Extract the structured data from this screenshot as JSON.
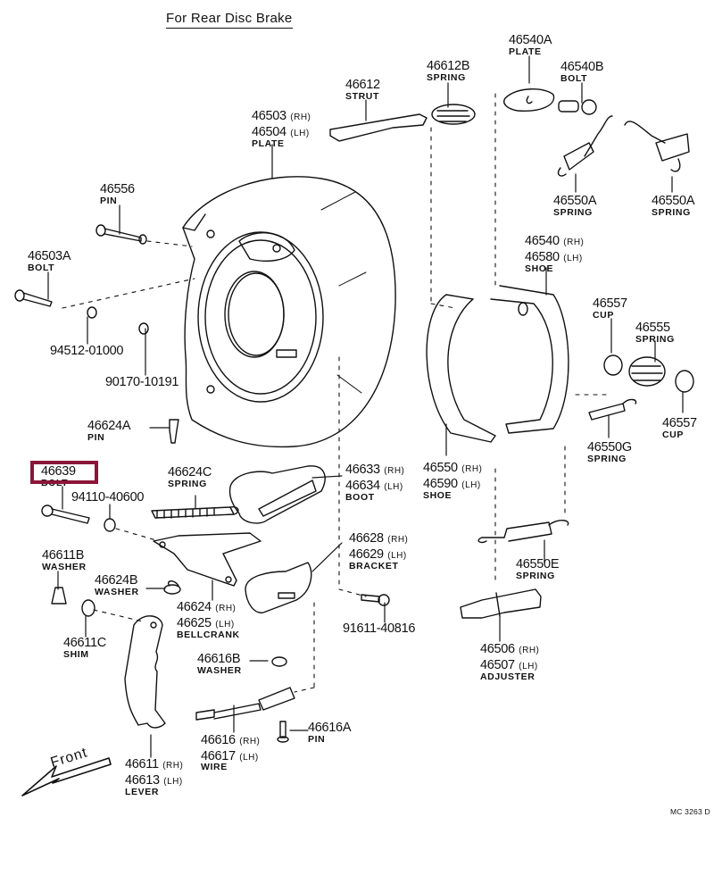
{
  "diagram": {
    "title": "For Rear Disc Brake",
    "direction_label": "Front",
    "diagram_code": "MC 3263 D",
    "highlight_color": "#8b1538",
    "highlighted_part": "46639"
  },
  "parts": {
    "p46612": {
      "numbers": [
        "46612"
      ],
      "name": "STRUT"
    },
    "p46612B": {
      "numbers": [
        "46612B"
      ],
      "name": "SPRING"
    },
    "p46540A": {
      "numbers": [
        "46540A"
      ],
      "name": "PLATE"
    },
    "p46540B": {
      "numbers": [
        "46540B"
      ],
      "name": "BOLT"
    },
    "p46503": {
      "numbers": [
        "46503",
        "46504"
      ],
      "sides": [
        "(RH)",
        "(LH)"
      ],
      "name": "PLATE"
    },
    "p46550A_1": {
      "numbers": [
        "46550A"
      ],
      "name": "SPRING"
    },
    "p46550A_2": {
      "numbers": [
        "46550A"
      ],
      "name": "SPRING"
    },
    "p46556": {
      "numbers": [
        "46556"
      ],
      "name": "PIN"
    },
    "p46503A": {
      "numbers": [
        "46503A"
      ],
      "name": "BOLT"
    },
    "p94512": {
      "numbers": [
        "94512-01000"
      ]
    },
    "p90170": {
      "numbers": [
        "90170-10191"
      ]
    },
    "p46540": {
      "numbers": [
        "46540",
        "46580"
      ],
      "sides": [
        "(RH)",
        "(LH)"
      ],
      "name": "SHOE"
    },
    "p46557_1": {
      "numbers": [
        "46557"
      ],
      "name": "CUP"
    },
    "p46555": {
      "numbers": [
        "46555"
      ],
      "name": "SPRING"
    },
    "p46557_2": {
      "numbers": [
        "46557"
      ],
      "name": "CUP"
    },
    "p46550G": {
      "numbers": [
        "46550G"
      ],
      "name": "SPRING"
    },
    "p46624A": {
      "numbers": [
        "46624A"
      ],
      "name": "PIN"
    },
    "p46639": {
      "numbers": [
        "46639"
      ],
      "name": "BOLT"
    },
    "p94110": {
      "numbers": [
        "94110-40600"
      ]
    },
    "p46624C": {
      "numbers": [
        "46624C"
      ],
      "name": "SPRING"
    },
    "p46633": {
      "numbers": [
        "46633",
        "46634"
      ],
      "sides": [
        "(RH)",
        "(LH)"
      ],
      "name": "BOOT"
    },
    "p46550": {
      "numbers": [
        "46550",
        "46590"
      ],
      "sides": [
        "(RH)",
        "(LH)"
      ],
      "name": "SHOE"
    },
    "p46628": {
      "numbers": [
        "46628",
        "46629"
      ],
      "sides": [
        "(RH)",
        "(LH)"
      ],
      "name": "BRACKET"
    },
    "p46550E": {
      "numbers": [
        "46550E"
      ],
      "name": "SPRING"
    },
    "p46611B": {
      "numbers": [
        "46611B"
      ],
      "name": "WASHER"
    },
    "p46624B": {
      "numbers": [
        "46624B"
      ],
      "name": "WASHER"
    },
    "p46624": {
      "numbers": [
        "46624",
        "46625"
      ],
      "sides": [
        "(RH)",
        "(LH)"
      ],
      "name": "BELLCRANK"
    },
    "p91611": {
      "numbers": [
        "91611-40816"
      ]
    },
    "p46611C": {
      "numbers": [
        "46611C"
      ],
      "name": "SHIM"
    },
    "p46506": {
      "numbers": [
        "46506",
        "46507"
      ],
      "sides": [
        "(RH)",
        "(LH)"
      ],
      "name": "ADJUSTER"
    },
    "p46616B": {
      "numbers": [
        "46616B"
      ],
      "name": "WASHER"
    },
    "p46616A": {
      "numbers": [
        "46616A"
      ],
      "name": "PIN"
    },
    "p46616": {
      "numbers": [
        "46616",
        "46617"
      ],
      "sides": [
        "(RH)",
        "(LH)"
      ],
      "name": "WIRE"
    },
    "p46611": {
      "numbers": [
        "46611",
        "46613"
      ],
      "sides": [
        "(RH)",
        "(LH)"
      ],
      "name": "LEVER"
    }
  }
}
